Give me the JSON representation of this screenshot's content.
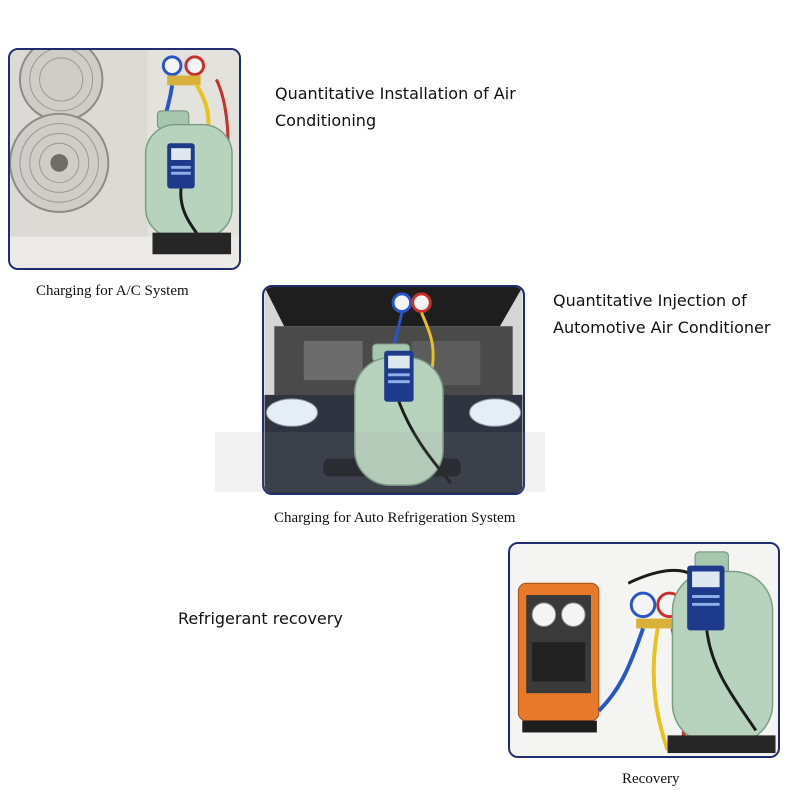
{
  "sections": [
    {
      "label_line1": "Quantitative Installation of Air",
      "label_line2": "Conditioning",
      "caption": "Charging for A/C System"
    },
    {
      "label_line1": "Quantitative Injection of",
      "label_line2": "Automotive Air Conditioner",
      "caption": "Charging for Auto Refrigeration System"
    },
    {
      "label_line1": "Refrigerant recovery",
      "caption": "Recovery"
    }
  ],
  "colors": {
    "frame_border": "#1f2c6e",
    "cylinder": "#b7d3bd",
    "scale_body": "#1e3a8a",
    "recovery_machine": "#e8782a",
    "hose_red": "#c9302c",
    "hose_blue": "#2a55c9",
    "hose_yellow": "#e7c31c"
  },
  "icons": [
    "ac-outdoor-unit-fan-icon",
    "refrigerant-cylinder-icon",
    "electronic-scale-icon",
    "car-engine-bay-icon",
    "manifold-gauge-icon",
    "recovery-machine-icon"
  ]
}
